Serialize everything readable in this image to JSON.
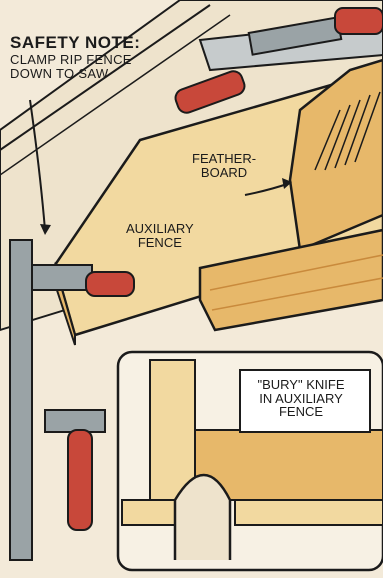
{
  "callouts": {
    "safety_title": "SAFETY NOTE:",
    "safety_body": "CLAMP RIP FENCE\nDOWN TO SAW",
    "featherboard": "FEATHER-\nBOARD",
    "auxiliary_fence": "AUXILIARY\nFENCE",
    "bury_knife": "\"BURY\" KNIFE\nIN AUXILIARY\nFENCE"
  },
  "colors": {
    "paper": "#f3ead9",
    "wood_light": "#f2d9a0",
    "wood_mid": "#e7b86a",
    "wood_dark": "#c98a3c",
    "handle_red": "#c8483a",
    "metal": "#9aa3a6",
    "ink": "#1b1b1b"
  }
}
